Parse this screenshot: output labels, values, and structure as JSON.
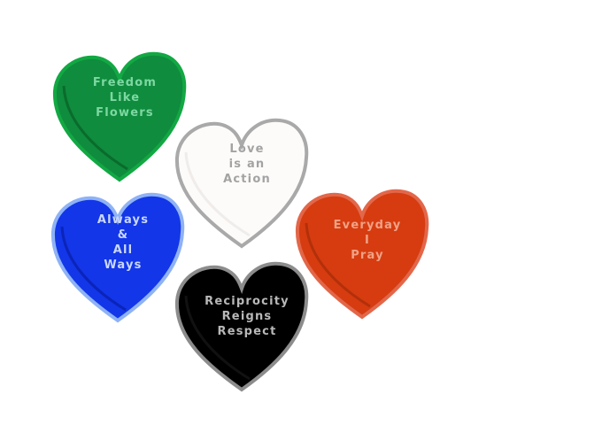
{
  "hearts": [
    {
      "name": "green",
      "lines": [
        "Freedom",
        "Like",
        "Flowers"
      ],
      "fill": "#0f8c3d",
      "shade": "#0a6b2c",
      "stroke": "#12a843",
      "text_color": "#7dd8a2"
    },
    {
      "name": "white",
      "lines": [
        "Love",
        "is an",
        "Action"
      ],
      "fill": "#fdfbfa",
      "shade": "#efecea",
      "stroke": "#a9a9a9",
      "text_color": "#a3a3a3"
    },
    {
      "name": "blue",
      "lines": [
        "Always",
        "&",
        "All",
        "Ways"
      ],
      "fill": "#1236e8",
      "shade": "#0b24b8",
      "stroke": "#8fb2f5",
      "text_color": "#c9d7ff"
    },
    {
      "name": "red",
      "lines": [
        "Everyday",
        "I",
        "Pray"
      ],
      "fill": "#d63c10",
      "shade": "#b2300a",
      "stroke": "#e2674a",
      "text_color": "#f0a286"
    },
    {
      "name": "black",
      "lines": [
        "Reciprocity",
        "Reigns",
        "Respect"
      ],
      "fill": "#000000",
      "shade": "#111111",
      "stroke": "#8c8c8c",
      "text_color": "#b8b8b8"
    }
  ]
}
